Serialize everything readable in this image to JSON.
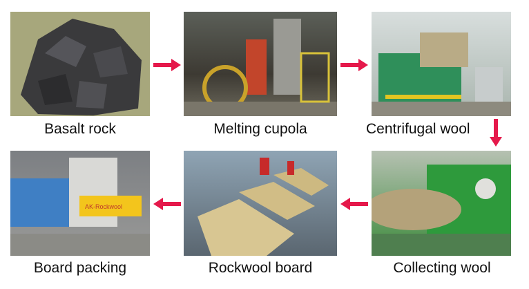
{
  "steps": [
    {
      "label": "Basalt rock"
    },
    {
      "label": "Melting cupola"
    },
    {
      "label": "Centrifugal wool"
    },
    {
      "label": "Collecting wool"
    },
    {
      "label": "Rockwool board"
    },
    {
      "label": "Board packing"
    }
  ],
  "package_logo": "AK-Rockwool",
  "arrow_color": "#e5194b"
}
